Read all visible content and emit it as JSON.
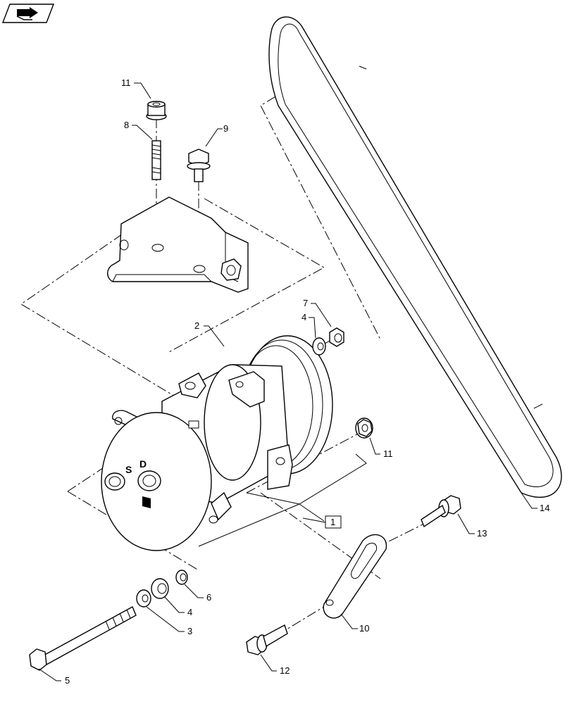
{
  "nav_icon": "continue-arrow-icon",
  "callouts": [
    {
      "key": "c11a",
      "text": "11"
    },
    {
      "key": "c8",
      "text": "8"
    },
    {
      "key": "c9",
      "text": "9"
    },
    {
      "key": "c2",
      "text": "2"
    },
    {
      "key": "c7",
      "text": "7"
    },
    {
      "key": "c4a",
      "text": "4"
    },
    {
      "key": "c11b",
      "text": "11"
    },
    {
      "key": "c1",
      "text": "1"
    },
    {
      "key": "c14",
      "text": "14"
    },
    {
      "key": "c13",
      "text": "13"
    },
    {
      "key": "c6",
      "text": "6"
    },
    {
      "key": "c4b",
      "text": "4"
    },
    {
      "key": "c3",
      "text": "3"
    },
    {
      "key": "c10",
      "text": "10"
    },
    {
      "key": "c5",
      "text": "5"
    },
    {
      "key": "c12",
      "text": "12"
    }
  ],
  "compressor_marks": {
    "s": "S",
    "d": "D"
  }
}
